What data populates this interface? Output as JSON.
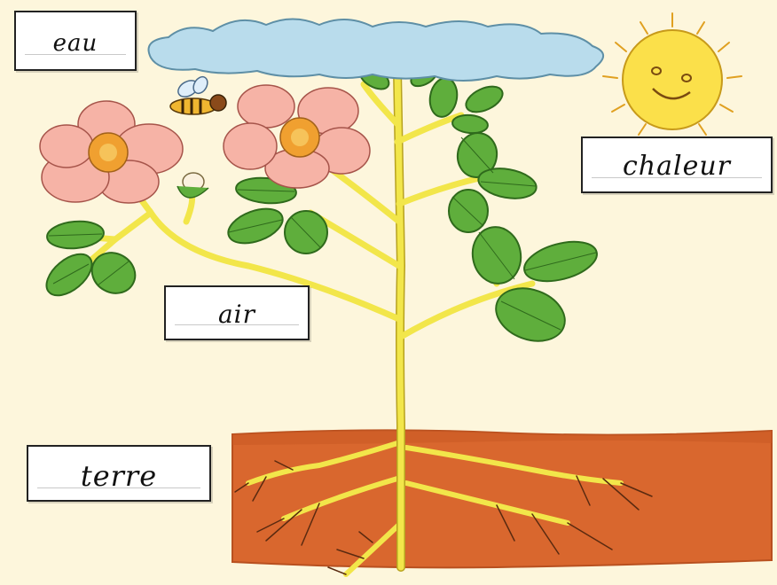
{
  "labels": {
    "eau": "eau",
    "chaleur": "chaleur",
    "air": "air",
    "terre": "terre"
  },
  "colors": {
    "background": "#fdf6dc",
    "cloud": "#b9dcec",
    "sun": "#fbe04a",
    "soil": "#d9672e",
    "stem": "#f2e64a",
    "leaf": "#5fae3c",
    "petal": "#f6b3a6",
    "flower_center": "#f0a030"
  }
}
